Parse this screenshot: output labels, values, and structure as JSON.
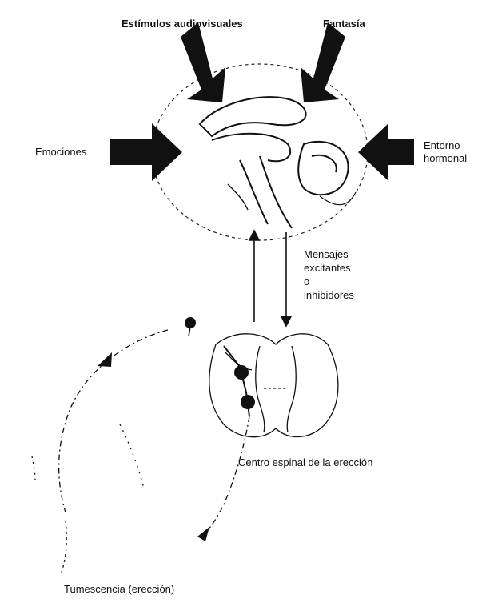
{
  "labels": {
    "audiovisual": "Estímulos audiovisuales",
    "fantasy": "Fantasía",
    "emotions": "Emociones",
    "hormonal": "Entorno hormonal",
    "messages": "Mensajes excitantes o inhibidores",
    "spinal_center": "Centro espinal de la erección",
    "tumescence": "Tumescencia (erección)"
  },
  "colors": {
    "ink": "#111111",
    "arrow_fill": "#111111",
    "neuron_dot": "#111111"
  }
}
